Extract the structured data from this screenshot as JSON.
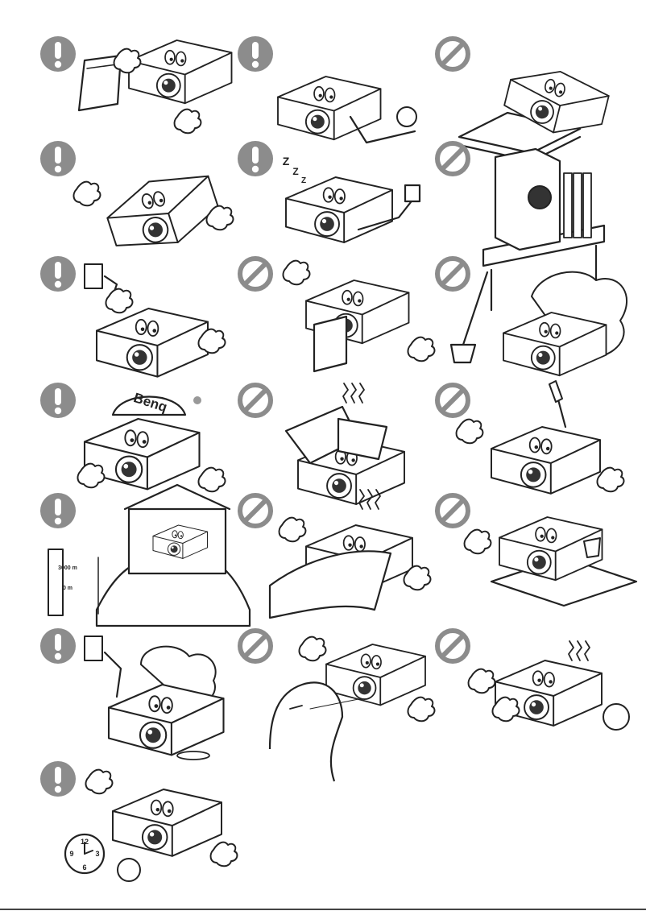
{
  "page": {
    "background": "#ffffff",
    "line_color": "#222222",
    "icon_color": "#8c8c8c"
  },
  "panels": [
    {
      "id": "p01",
      "col": 0,
      "row": 0,
      "icon": "caution",
      "scene": "manual"
    },
    {
      "id": "p02",
      "col": 1,
      "row": 0,
      "icon": "caution",
      "scene": "cord"
    },
    {
      "id": "p03",
      "col": 2,
      "row": 0,
      "icon": "prohibited",
      "scene": "unstable"
    },
    {
      "id": "p04",
      "col": 0,
      "row": 1,
      "icon": "caution",
      "scene": "tilted"
    },
    {
      "id": "p05",
      "col": 1,
      "row": 1,
      "icon": "caution",
      "scene": "sleep"
    },
    {
      "id": "p06",
      "col": 2,
      "row": 1,
      "icon": "prohibited",
      "scene": "shelf"
    },
    {
      "id": "p07",
      "col": 0,
      "row": 2,
      "icon": "caution",
      "scene": "plug"
    },
    {
      "id": "p08",
      "col": 1,
      "row": 2,
      "icon": "prohibited",
      "scene": "blocked"
    },
    {
      "id": "p09",
      "col": 2,
      "row": 2,
      "icon": "prohibited",
      "scene": "dust"
    },
    {
      "id": "p10",
      "col": 0,
      "row": 3,
      "icon": "caution",
      "scene": "cap",
      "cap_text": "Benq"
    },
    {
      "id": "p11",
      "col": 1,
      "row": 3,
      "icon": "prohibited",
      "scene": "papers"
    },
    {
      "id": "p12",
      "col": 2,
      "row": 3,
      "icon": "prohibited",
      "scene": "screwdriver"
    },
    {
      "id": "p13",
      "col": 0,
      "row": 4,
      "icon": "caution",
      "scene": "altitude",
      "gauge_labels": [
        "3000 m",
        "0 m"
      ]
    },
    {
      "id": "p14",
      "col": 1,
      "row": 4,
      "icon": "prohibited",
      "scene": "covered"
    },
    {
      "id": "p15",
      "col": 2,
      "row": 4,
      "icon": "prohibited",
      "scene": "liquid"
    },
    {
      "id": "p16",
      "col": 0,
      "row": 5,
      "icon": "caution",
      "scene": "water"
    },
    {
      "id": "p17",
      "col": 1,
      "row": 5,
      "icon": "prohibited",
      "scene": "stare"
    },
    {
      "id": "p18",
      "col": 2,
      "row": 5,
      "icon": "prohibited",
      "scene": "hot"
    },
    {
      "id": "p19",
      "col": 0,
      "row": 6,
      "icon": "caution",
      "scene": "clock",
      "clock_numerals": [
        "12",
        "3",
        "6",
        "9"
      ]
    }
  ]
}
